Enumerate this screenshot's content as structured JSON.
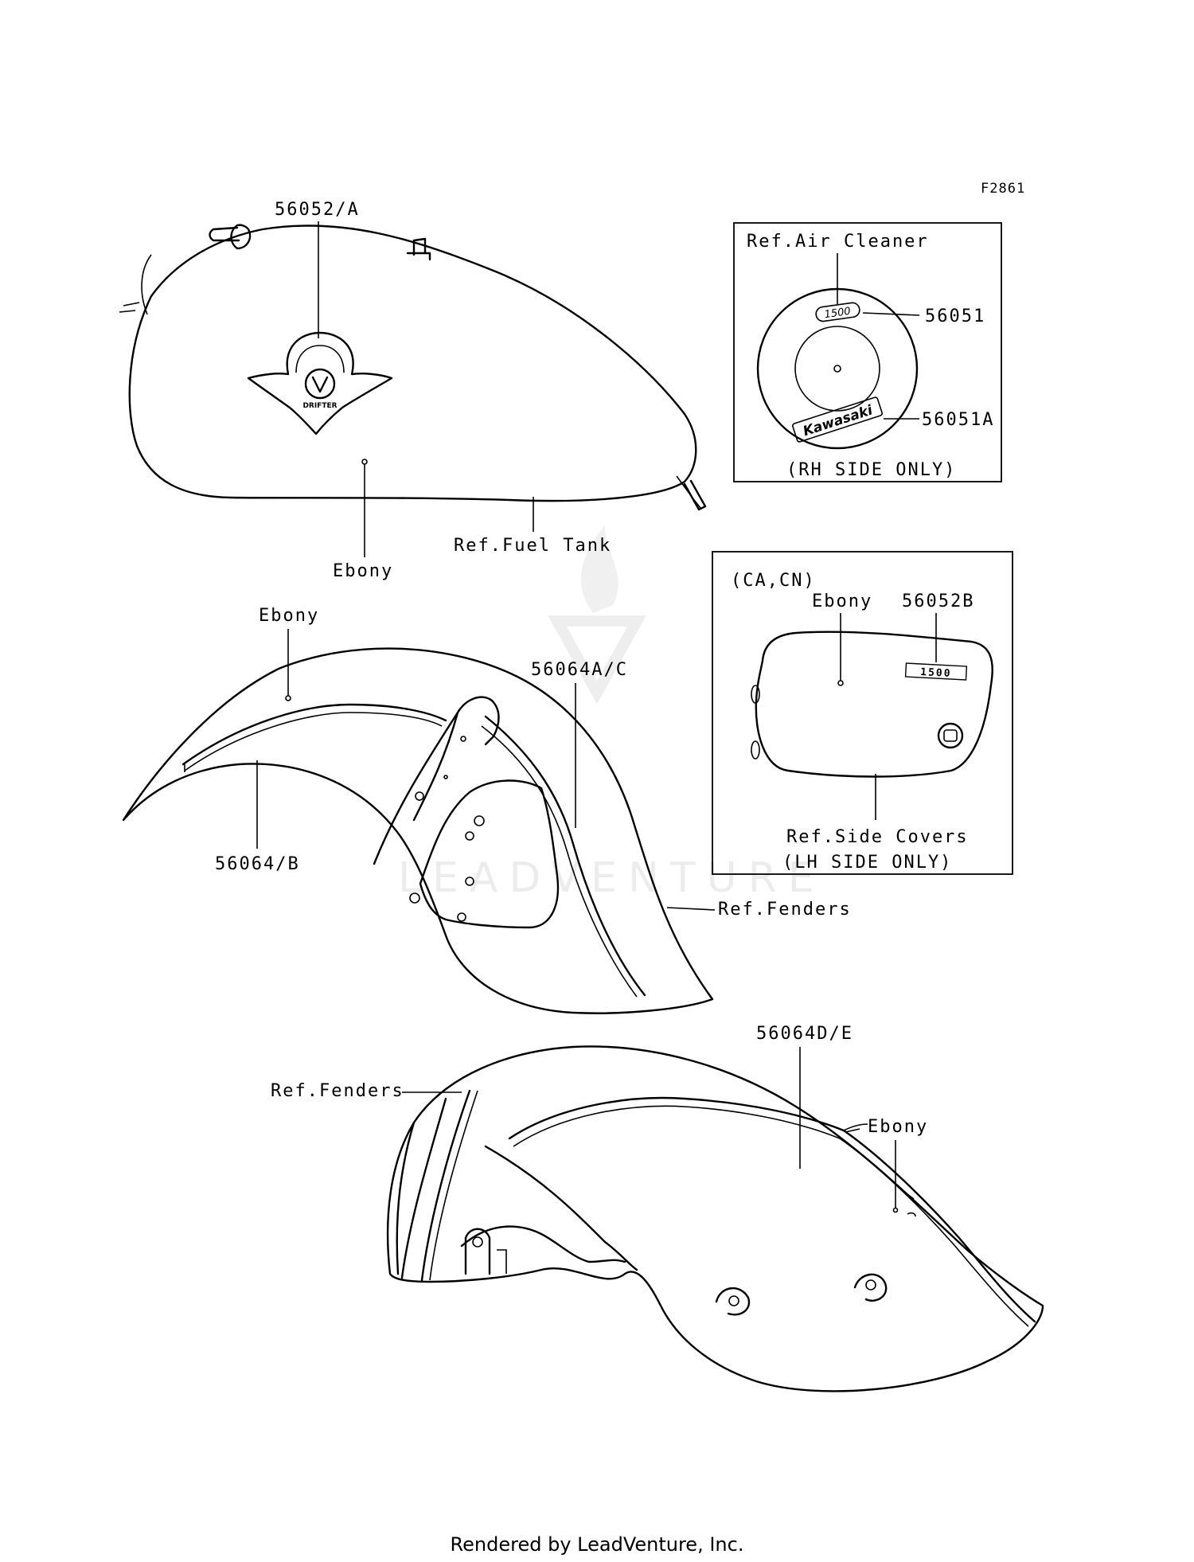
{
  "figure_code": "F2861",
  "labels": {
    "tank_emblem": "56052/A",
    "ref_fuel_tank": "Ref.Fuel Tank",
    "tank_color": "Ebony",
    "front_fender_color": "Ebony",
    "front_fender_stripe_upper": "56064A/C",
    "front_fender_stripe_lower": "56064/B",
    "ref_fenders_front": "Ref.Fenders",
    "rear_fender_stripe": "56064D/E",
    "ref_fenders_rear": "Ref.Fenders",
    "rear_fender_color": "Ebony"
  },
  "air_cleaner_box": {
    "title": "Ref.Air Cleaner",
    "emblem_upper": "56051",
    "emblem_lower": "56051A",
    "note": "(RH SIDE ONLY)",
    "emblem_upper_text": "1500",
    "emblem_lower_text": "Kawasaki"
  },
  "side_cover_box": {
    "region": "(CA,CN)",
    "color": "Ebony",
    "emblem": "56052B",
    "ref": "Ref.Side Covers",
    "note": "(LH SIDE ONLY)",
    "emblem_text": "1500"
  },
  "tank_emblem_text": "DRIFTER",
  "watermark": "LEADVENTURE",
  "footer": "Rendered by LeadVenture, Inc."
}
